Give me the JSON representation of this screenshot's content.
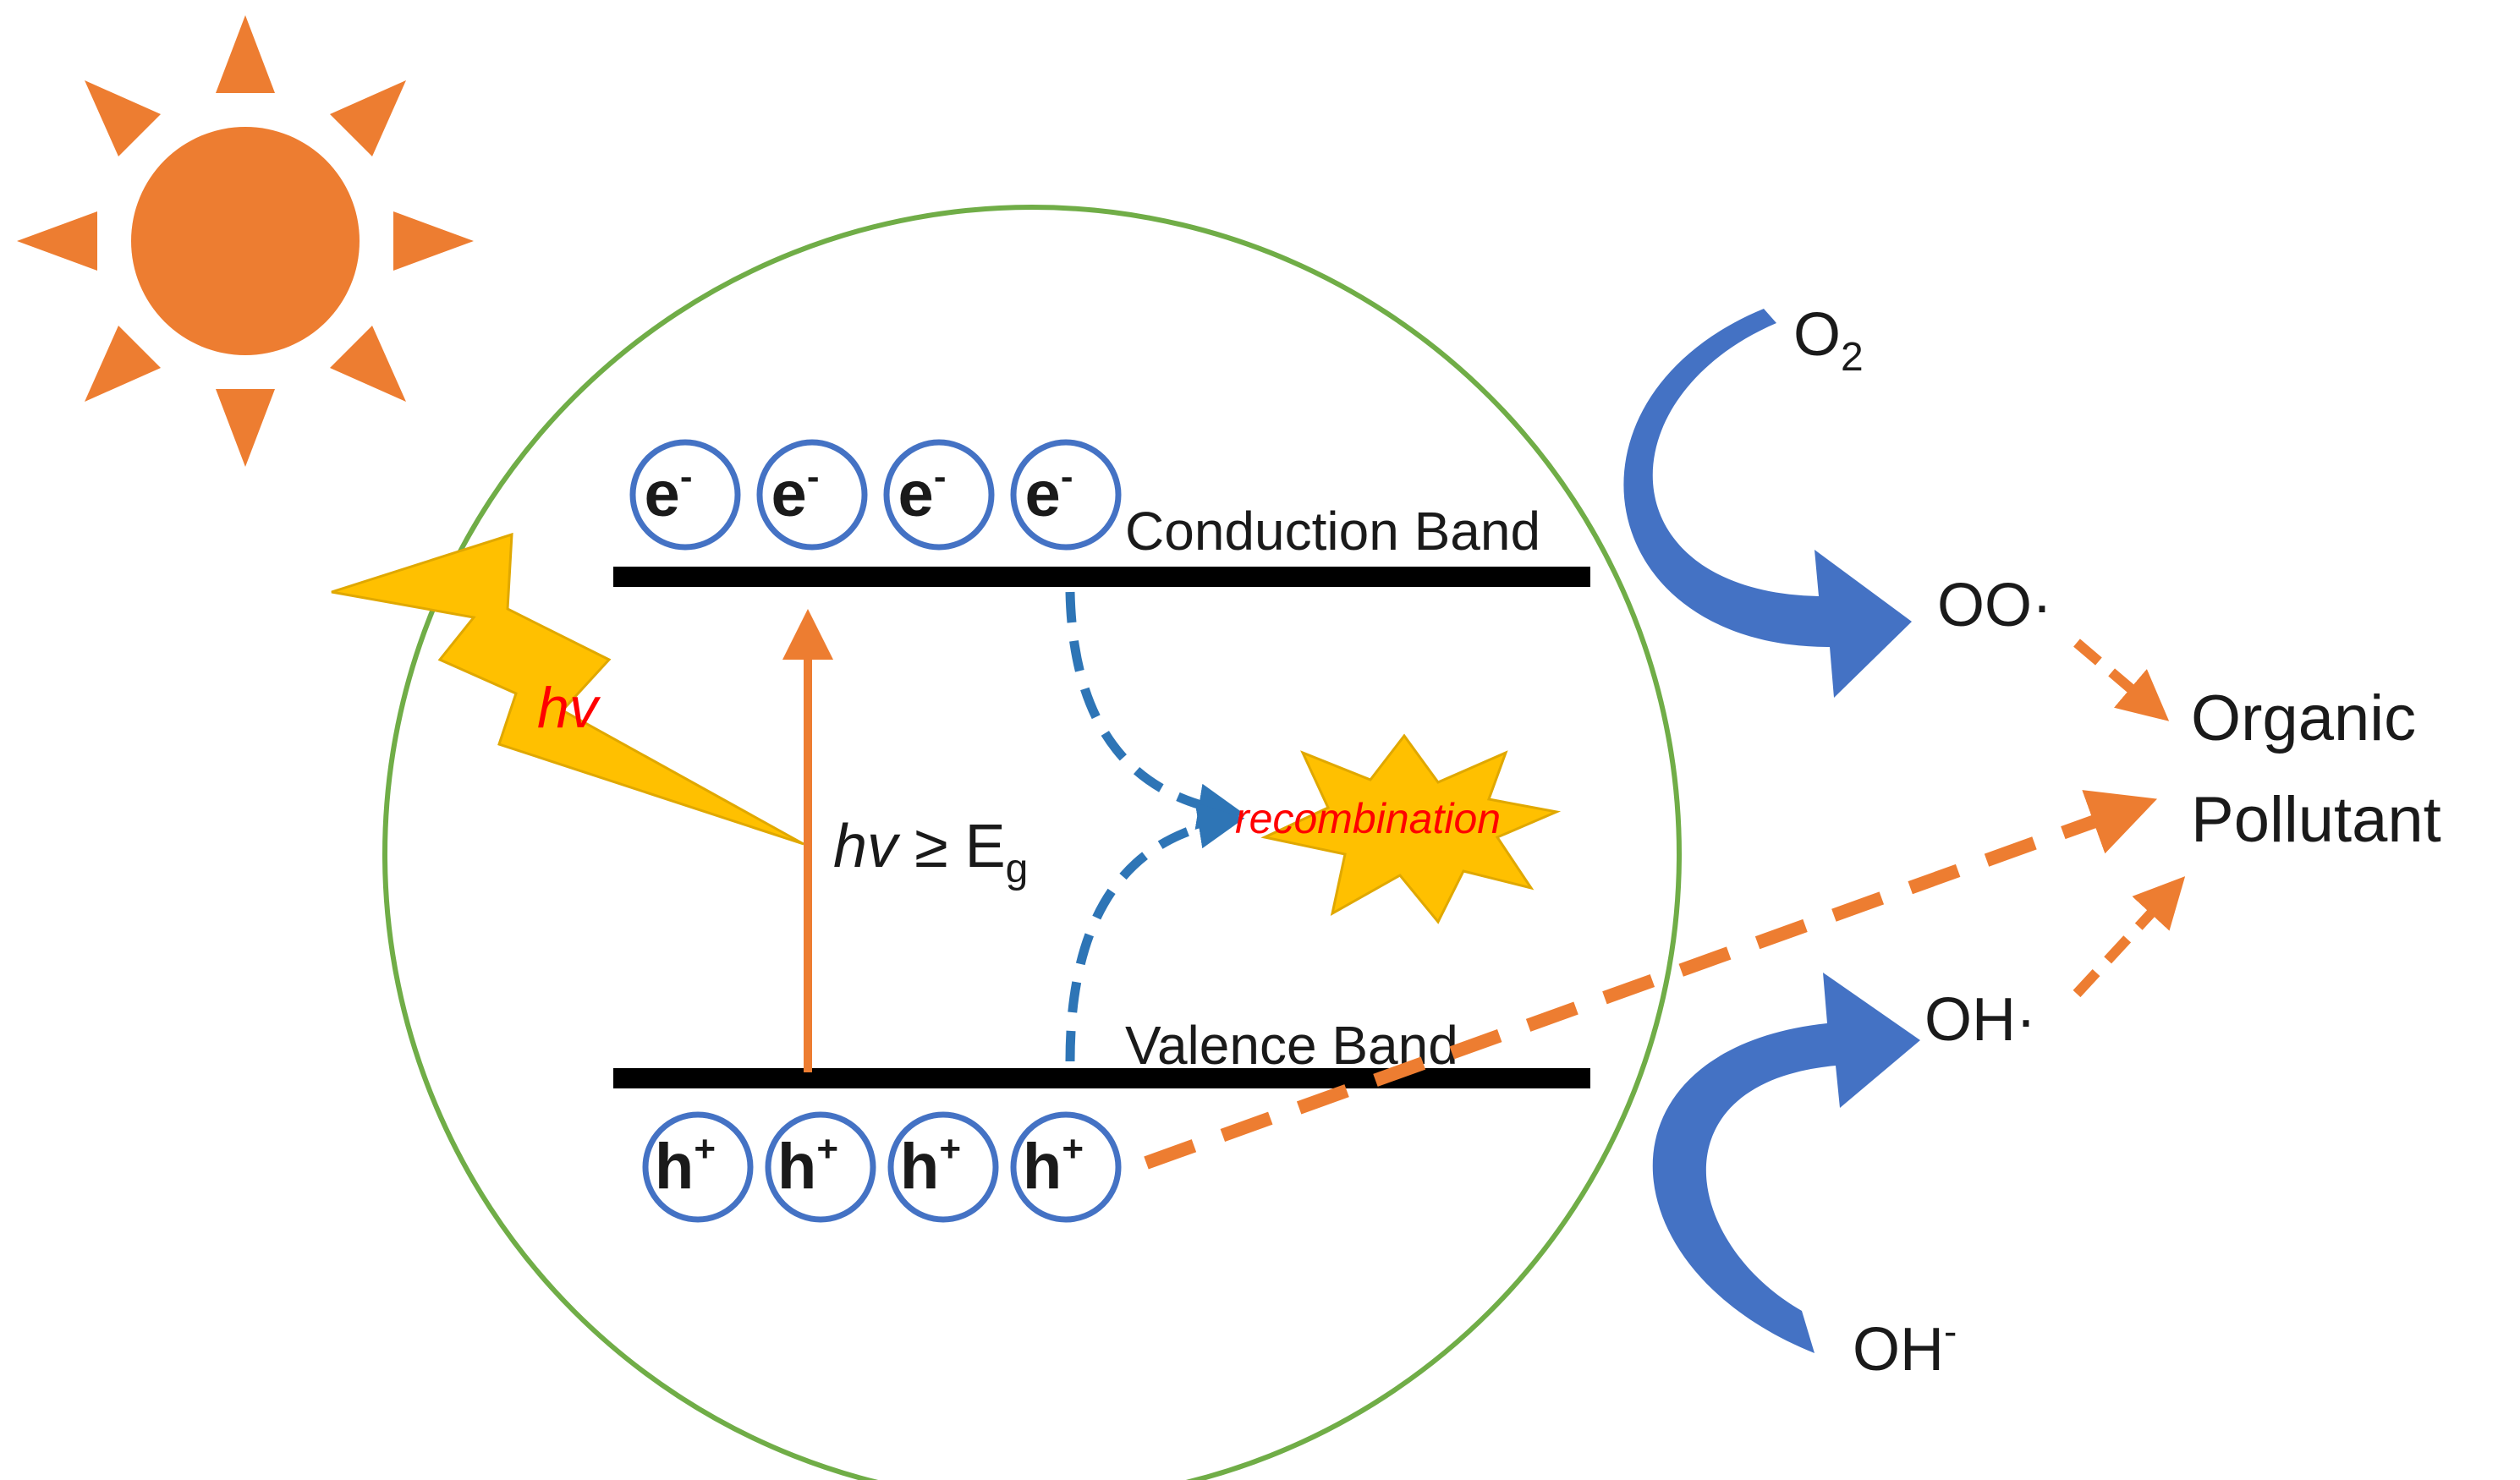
{
  "bands": {
    "conduction_label": "Conduction Band",
    "valence_label": "Valence Band"
  },
  "carriers": {
    "electron_base": "e",
    "electron_sup": "-",
    "hole_base": "h",
    "hole_sup": "+",
    "count_per_band": 4
  },
  "photon": {
    "label": "hv",
    "excitation_label_italic": "hv",
    "excitation_label_rest": " ≥ E",
    "excitation_label_sub": "g"
  },
  "recombination": {
    "label": "recombination"
  },
  "species": {
    "o2_base": "O",
    "o2_sub": "2",
    "superoxide": "OO·",
    "hydroxyl_radical": "OH·",
    "hydroxide_base": "OH",
    "hydroxide_sup": "-",
    "pollutant_line1": "Organic",
    "pollutant_line2": "Pollutant"
  },
  "colors": {
    "sun": "#ED7D31",
    "particle_outline": "#70AD47",
    "band_line": "#000000",
    "carrier_outline": "#4472C4",
    "lightning": "#FFC000",
    "photon_label": "#FF0000",
    "recombination_arrow": "#2E75B6",
    "recombination_text": "#FF0000",
    "reaction_arrow": "#4472C4",
    "pollutant_arrow": "#ED7D31"
  }
}
